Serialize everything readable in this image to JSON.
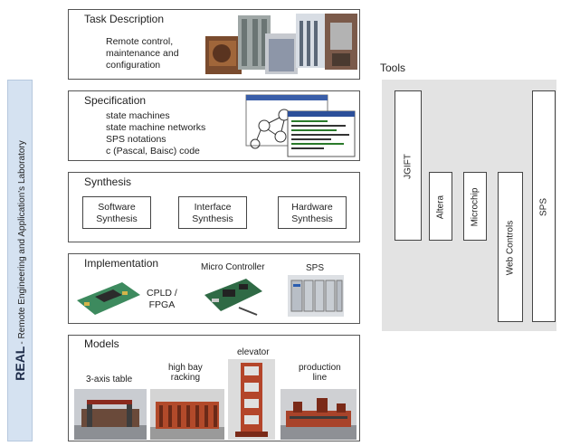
{
  "band": {
    "brand": "REAL",
    "subtitle": "- Remote Engineering and Application's Laboratory"
  },
  "tools": {
    "title": "Tools",
    "items": [
      "JGIFT",
      "Altera",
      "Microchip",
      "Web Controls",
      "SPS"
    ]
  },
  "task": {
    "title": "Task Description",
    "lines": [
      "Remote control,",
      "maintenance and",
      "configuration"
    ]
  },
  "spec": {
    "title": "Specification",
    "lines": [
      "state machines",
      "state machine networks",
      "SPS notations",
      "c (Pascal, Baisc) code"
    ]
  },
  "synthesis": {
    "title": "Synthesis",
    "boxes": [
      {
        "line1": "Software",
        "line2": "Synthesis"
      },
      {
        "line1": "Interface",
        "line2": "Synthesis"
      },
      {
        "line1": "Hardware",
        "line2": "Synthesis"
      }
    ]
  },
  "implementation": {
    "title": "Implementation",
    "cpld_line1": "CPLD /",
    "cpld_line2": "FPGA",
    "micro": "Micro Controller",
    "sps": "SPS"
  },
  "models": {
    "title": "Models",
    "items": [
      {
        "line1": "3-axis table",
        "line2": ""
      },
      {
        "line1": "high bay",
        "line2": "racking"
      },
      {
        "line1": "elevator",
        "line2": ""
      },
      {
        "line1": "production",
        "line2": "line"
      }
    ]
  },
  "colors": {
    "band": "#d5e2f1",
    "tools_panel": "#e3e3e3",
    "border": "#555555"
  }
}
